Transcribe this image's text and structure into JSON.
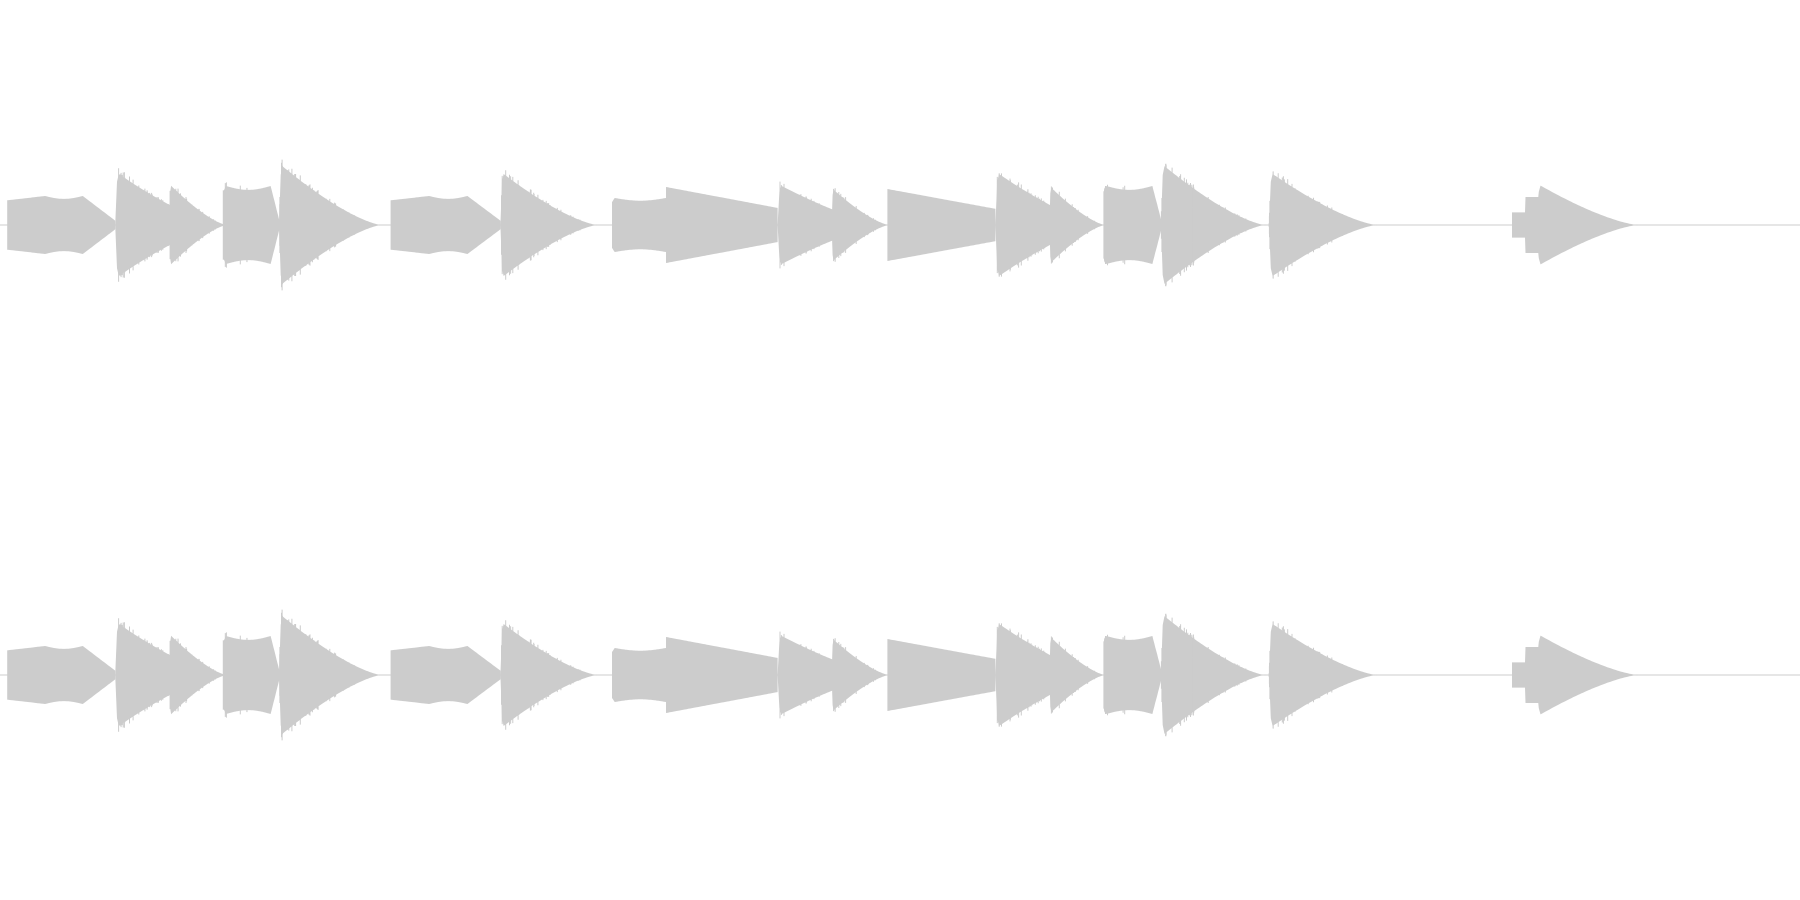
{
  "waveform": {
    "color": "#cccccc",
    "channels": [
      "channel-1",
      "channel-2"
    ],
    "bursts": [
      {
        "shape": "sustain",
        "start": 0.004,
        "end": 0.064,
        "attack": 0.35,
        "release": 0.3,
        "amp": 0.29,
        "spikes": 0.0
      },
      {
        "shape": "decay",
        "start": 0.064,
        "end": 0.124,
        "attack": 0.02,
        "release": 0.0,
        "amp": 0.52,
        "spikes": 0.9
      },
      {
        "shape": "decay",
        "start": 0.094,
        "end": 0.126,
        "attack": 0.02,
        "release": 0.0,
        "amp": 0.4,
        "spikes": 0.6
      },
      {
        "shape": "sustain",
        "start": 0.124,
        "end": 0.155,
        "attack": 0.05,
        "release": 0.15,
        "amp": 0.39,
        "spikes": 0.2
      },
      {
        "shape": "decay",
        "start": 0.155,
        "end": 0.212,
        "attack": 0.02,
        "release": 0.0,
        "amp": 0.6,
        "spikes": 1.0
      },
      {
        "shape": "sustain",
        "start": 0.217,
        "end": 0.278,
        "attack": 0.35,
        "release": 0.3,
        "amp": 0.29,
        "spikes": 0.0
      },
      {
        "shape": "decay",
        "start": 0.278,
        "end": 0.332,
        "attack": 0.02,
        "release": 0.0,
        "amp": 0.52,
        "spikes": 0.9
      },
      {
        "shape": "sustain",
        "start": 0.34,
        "end": 0.37,
        "attack": 0.05,
        "release": 0.0,
        "amp": 0.27,
        "spikes": 0.0
      },
      {
        "shape": "ramp",
        "start": 0.37,
        "end": 0.432,
        "attack": 0.02,
        "release": 0.0,
        "amp": 0.38,
        "spikes": 0.0
      },
      {
        "shape": "decay",
        "start": 0.432,
        "end": 0.493,
        "attack": 0.02,
        "release": 0.0,
        "amp": 0.4,
        "spikes": 0.5
      },
      {
        "shape": "decay",
        "start": 0.462,
        "end": 0.494,
        "attack": 0.02,
        "release": 0.0,
        "amp": 0.36,
        "spikes": 0.5
      },
      {
        "shape": "ramp",
        "start": 0.493,
        "end": 0.553,
        "attack": 0.02,
        "release": 0.0,
        "amp": 0.36,
        "spikes": 0.0
      },
      {
        "shape": "decay",
        "start": 0.553,
        "end": 0.613,
        "attack": 0.02,
        "release": 0.0,
        "amp": 0.52,
        "spikes": 0.9
      },
      {
        "shape": "decay",
        "start": 0.583,
        "end": 0.614,
        "attack": 0.02,
        "release": 0.0,
        "amp": 0.38,
        "spikes": 0.5
      },
      {
        "shape": "sustain",
        "start": 0.613,
        "end": 0.645,
        "attack": 0.05,
        "release": 0.15,
        "amp": 0.39,
        "spikes": 0.2
      },
      {
        "shape": "decay",
        "start": 0.645,
        "end": 0.703,
        "attack": 0.02,
        "release": 0.0,
        "amp": 0.6,
        "spikes": 1.0
      },
      {
        "shape": "decay",
        "start": 0.705,
        "end": 0.765,
        "attack": 0.02,
        "release": 0.0,
        "amp": 0.52,
        "spikes": 0.8
      },
      {
        "shape": "step",
        "start": 0.84,
        "end": 0.855,
        "attack": 0.0,
        "release": 0.0,
        "amp": 0.28,
        "spikes": 0.0
      },
      {
        "shape": "decay",
        "start": 0.853,
        "end": 0.91,
        "attack": 0.04,
        "release": 0.0,
        "amp": 0.4,
        "spikes": 0.0
      }
    ]
  }
}
